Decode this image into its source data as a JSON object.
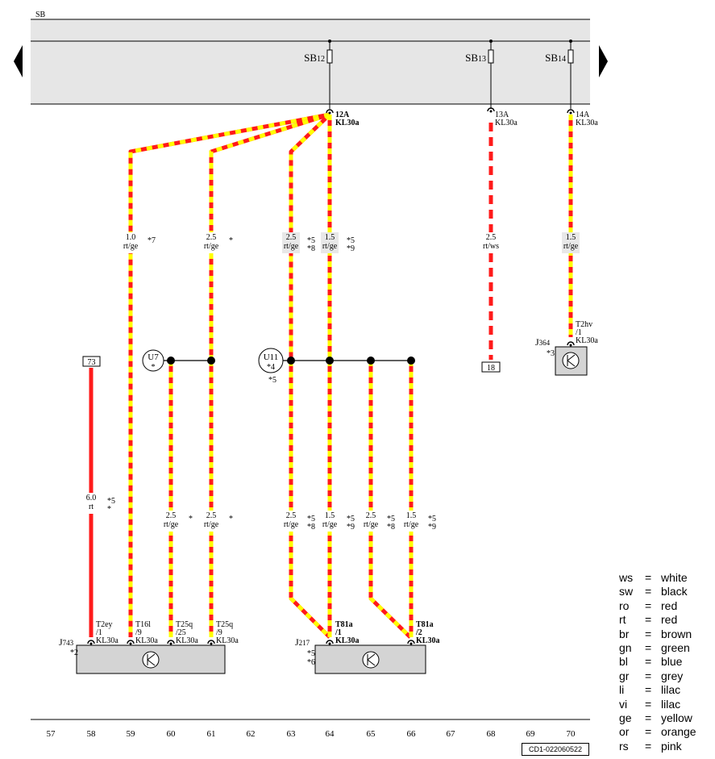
{
  "bus_label": "SB",
  "fuses": [
    {
      "name": "SB12",
      "prefix": "SB",
      "num": "12"
    },
    {
      "name": "SB13",
      "prefix": "SB",
      "num": "13"
    },
    {
      "name": "SB14",
      "prefix": "SB",
      "num": "14"
    }
  ],
  "fuse_terminals": [
    {
      "pin": "12A",
      "term": "KL30a",
      "bold": true
    },
    {
      "pin": "13A",
      "term": "KL30a",
      "bold": false
    },
    {
      "pin": "14A",
      "term": "KL30a",
      "bold": false
    }
  ],
  "wire_labels": [
    {
      "size": "1.0",
      "color": "rt/ge",
      "note": "*7"
    },
    {
      "size": "2.5",
      "color": "rt/ge",
      "note": "*"
    },
    {
      "size": "2.5",
      "color": "rt/ge",
      "note": "*5\n*8"
    },
    {
      "size": "1.5",
      "color": "rt/ge",
      "note": "*5\n*9"
    },
    {
      "size": "2.5",
      "color": "rt/ws",
      "note": ""
    },
    {
      "size": "1.5",
      "color": "rt/ge",
      "note": ""
    },
    {
      "size": "6.0",
      "color": "rt",
      "note": "*5\n*"
    },
    {
      "size": "2.5",
      "color": "rt/ge",
      "note": "*"
    },
    {
      "size": "2.5",
      "color": "rt/ge",
      "note": "*"
    },
    {
      "size": "2.5",
      "color": "rt/ge",
      "note": "*5\n*8"
    },
    {
      "size": "1.5",
      "color": "rt/ge",
      "note": "*5\n*9"
    },
    {
      "size": "2.5",
      "color": "rt/ge",
      "note": "*5\n*8"
    },
    {
      "size": "1.5",
      "color": "rt/ge",
      "note": "*5\n*9"
    }
  ],
  "splices": [
    {
      "name": "U7",
      "note": "*"
    },
    {
      "name": "U11",
      "note": "*4"
    }
  ],
  "splice_u11_extra_note": "*5",
  "references": [
    "73",
    "18"
  ],
  "connectors": [
    {
      "l1": "T2ey",
      "l2": "/1",
      "l3": "KL30a",
      "bold": false
    },
    {
      "l1": "T16l",
      "l2": "/9",
      "l3": "KL30a",
      "bold": false
    },
    {
      "l1": "T25q",
      "l2": "/25",
      "l3": "KL30a",
      "bold": false
    },
    {
      "l1": "T25q",
      "l2": "/9",
      "l3": "KL30a",
      "bold": false
    },
    {
      "l1": "T81a",
      "l2": "/1",
      "l3": "KL30a",
      "bold": true
    },
    {
      "l1": "T81a",
      "l2": "/2",
      "l3": "KL30a",
      "bold": true
    },
    {
      "l1": "T2hv",
      "l2": "/1",
      "l3": "KL30a",
      "bold": false
    }
  ],
  "components": [
    {
      "prefix": "J",
      "sub": "743",
      "notes": [
        "*2"
      ]
    },
    {
      "prefix": "J",
      "sub": "217",
      "notes": [
        "*5",
        "*6"
      ]
    },
    {
      "prefix": "J",
      "sub": "364",
      "notes": [
        "*3"
      ]
    }
  ],
  "columns": [
    "57",
    "58",
    "59",
    "60",
    "61",
    "62",
    "63",
    "64",
    "65",
    "66",
    "67",
    "68",
    "69",
    "70"
  ],
  "legend": [
    {
      "k": "ws",
      "v": "white"
    },
    {
      "k": "sw",
      "v": "black"
    },
    {
      "k": "ro",
      "v": "red"
    },
    {
      "k": "rt",
      "v": "red"
    },
    {
      "k": "br",
      "v": "brown"
    },
    {
      "k": "gn",
      "v": "green"
    },
    {
      "k": "bl",
      "v": "blue"
    },
    {
      "k": "gr",
      "v": "grey"
    },
    {
      "k": "li",
      "v": "lilac"
    },
    {
      "k": "vi",
      "v": "lilac"
    },
    {
      "k": "ge",
      "v": "yellow"
    },
    {
      "k": "or",
      "v": "orange"
    },
    {
      "k": "rs",
      "v": "pink"
    }
  ],
  "ref_code": "CD1-022060522",
  "colors": {
    "red": "#ff1a1a",
    "yellow": "#ffff00",
    "bus_fill": "#e6e6e6",
    "component_fill": "#d4d4d4"
  }
}
